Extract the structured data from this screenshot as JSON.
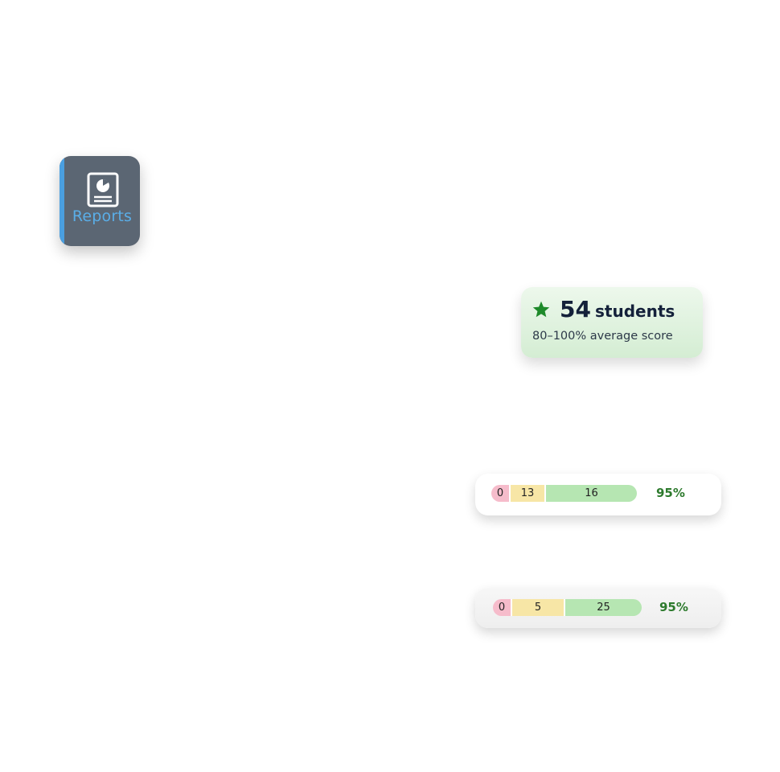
{
  "reports_tile": {
    "label": "Reports",
    "icon": "report-document-icon",
    "accent_color": "#4a9fe0",
    "background_color": "#5b6673"
  },
  "students_card": {
    "count": "54",
    "unit": "students",
    "subtitle": "80–100% average score",
    "icon": "star-icon",
    "star_color": "#1e8a2a"
  },
  "score_rows": [
    {
      "low": "0",
      "mid": "13",
      "high": "16",
      "percent": "95%"
    },
    {
      "low": "0",
      "mid": "5",
      "high": "25",
      "percent": "95%"
    }
  ],
  "colors": {
    "low": "#f6bccb",
    "mid": "#f7e6a6",
    "high": "#b6e6b2",
    "percent_text": "#2d7a2d"
  }
}
